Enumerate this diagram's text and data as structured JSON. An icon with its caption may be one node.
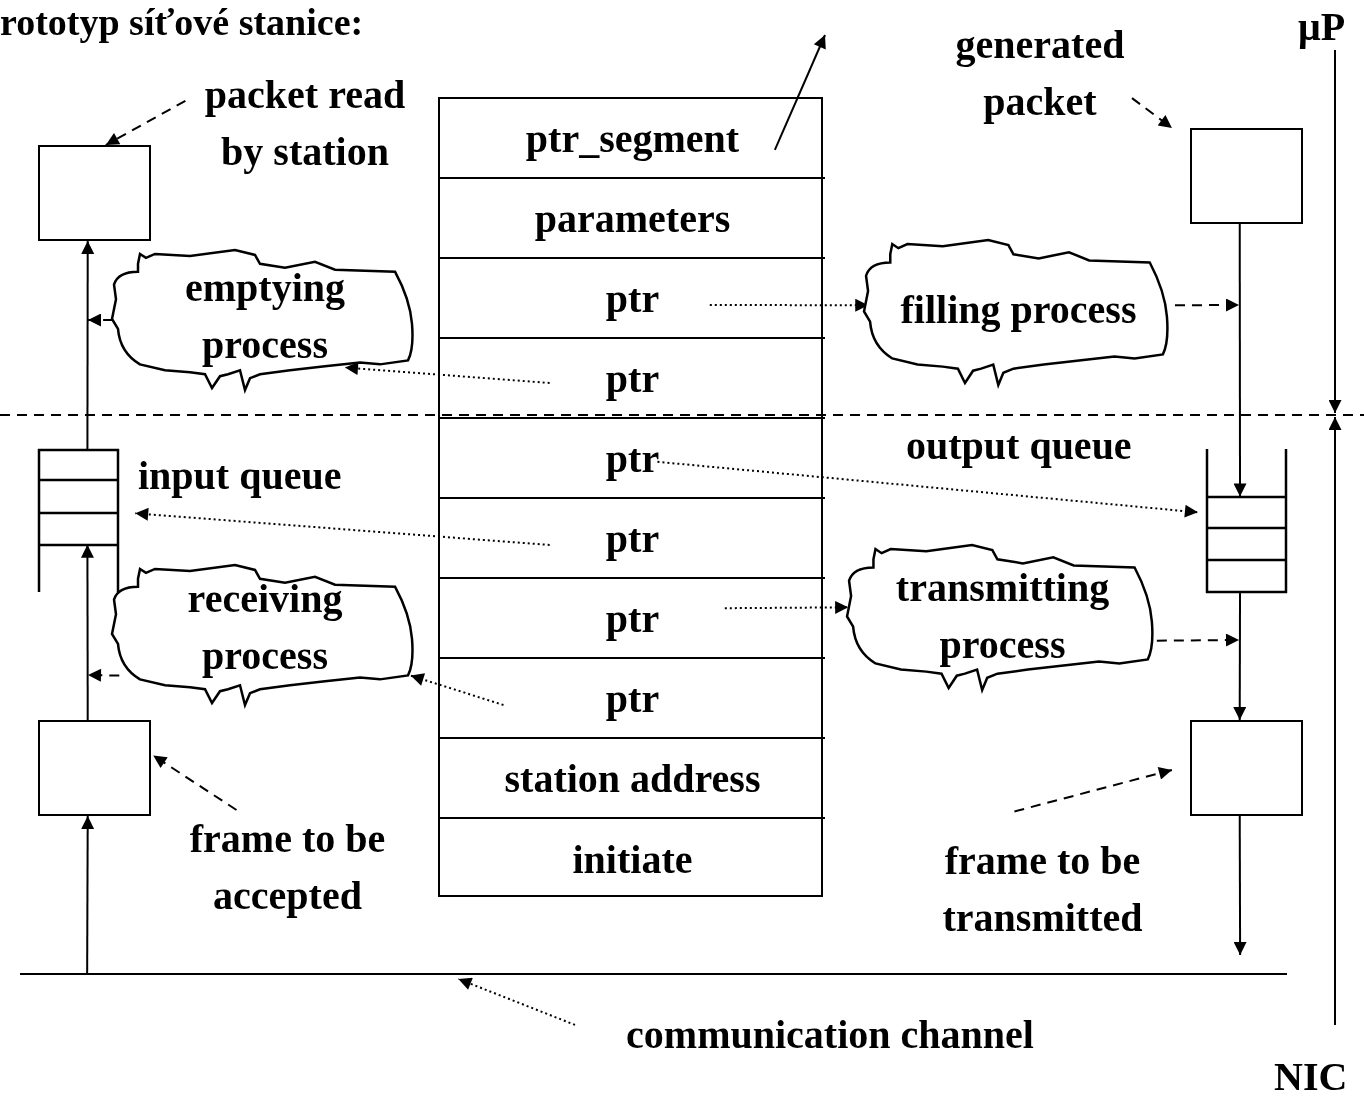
{
  "diagram": {
    "title": "rototyp síťové stanice:",
    "nodes": [
      {
        "text": [],
        "shape": "box"
      },
      {
        "text": [
          "ptr_segment"
        ],
        "in": 0
      },
      {
        "text": [
          "parameters"
        ],
        "in": 0
      },
      {
        "text": [
          "ptr"
        ],
        "in": 0
      },
      {
        "text": [
          "ptr"
        ],
        "in": 0
      },
      {
        "text": [
          "ptr"
        ],
        "in": 0
      },
      {
        "text": [
          "ptr"
        ],
        "in": 0
      },
      {
        "text": [
          "ptr"
        ],
        "in": 0
      },
      {
        "text": [
          "ptr"
        ],
        "in": 0
      },
      {
        "text": [
          "station address"
        ],
        "in": 0
      },
      {
        "text": [
          "initiate"
        ],
        "in": 0
      },
      {
        "text": [
          "packet read by station"
        ]
      },
      {
        "text": [],
        "shape": "box"
      },
      {
        "text": [
          "emptying process"
        ]
      },
      {
        "text": [],
        "shape": "queue",
        "beside": [
          "input queue"
        ]
      },
      {
        "text": [
          "receiving process"
        ]
      },
      {
        "text": [],
        "shape": "box"
      },
      {
        "text": [
          "frame to be accepted"
        ]
      },
      {
        "text": [
          "generated packet"
        ]
      },
      {
        "text": [],
        "shape": "box"
      },
      {
        "text": [
          "filling process"
        ]
      },
      {
        "text": [],
        "shape": "queue",
        "beside": [
          "output queue"
        ]
      },
      {
        "text": [
          "transmitting process"
        ]
      },
      {
        "text": [],
        "shape": "box"
      },
      {
        "text": [
          "frame to be transmitted"
        ]
      },
      {
        "text": [],
        "shape": "line"
      },
      {
        "text": [
          "communication channel"
        ]
      }
    ],
    "edges": [
      {
        "from": 1,
        "to": null,
        "arrow": "to"
      },
      {
        "from": 11,
        "to": 12,
        "arrow": "to",
        "style": "dashed"
      },
      {
        "from": 14,
        "to": 12,
        "arrow": "to"
      },
      {
        "from": 13,
        "to": null,
        "arrow": "to",
        "style": "dashed"
      },
      {
        "from": 4,
        "to": 13,
        "arrow": "to",
        "style": "dashed"
      },
      {
        "from": 6,
        "to": 14,
        "arrow": "to",
        "style": "dashed"
      },
      {
        "from": 16,
        "to": 14,
        "arrow": "to"
      },
      {
        "from": 15,
        "to": null,
        "arrow": "to",
        "style": "dashed"
      },
      {
        "from": 8,
        "to": 15,
        "arrow": "to",
        "style": "dashed"
      },
      {
        "from": 17,
        "to": 16,
        "arrow": "to",
        "style": "dashed"
      },
      {
        "from": 25,
        "to": 16,
        "arrow": "to"
      },
      {
        "from": 18,
        "to": 19,
        "arrow": "to",
        "style": "dashed"
      },
      {
        "from": 3,
        "to": 20,
        "arrow": "to",
        "style": "dashed"
      },
      {
        "from": 20,
        "to": null,
        "arrow": "to",
        "style": "dashed"
      },
      {
        "from": 19,
        "to": 21,
        "arrow": "to"
      },
      {
        "from": 5,
        "to": 21,
        "arrow": "to",
        "style": "dashed"
      },
      {
        "from": 7,
        "to": 22,
        "arrow": "to",
        "style": "dashed"
      },
      {
        "from": 22,
        "to": null,
        "arrow": "to",
        "style": "dashed"
      },
      {
        "from": 21,
        "to": 23,
        "arrow": "to"
      },
      {
        "from": 23,
        "to": 25,
        "arrow": "to"
      },
      {
        "from": 26,
        "to": 25,
        "arrow": "to",
        "style": "dashed"
      },
      {
        "from": 24,
        "to": 23,
        "arrow": "to",
        "style": "dashed"
      }
    ],
    "labels": [
      "μP",
      "NIC"
    ]
  }
}
